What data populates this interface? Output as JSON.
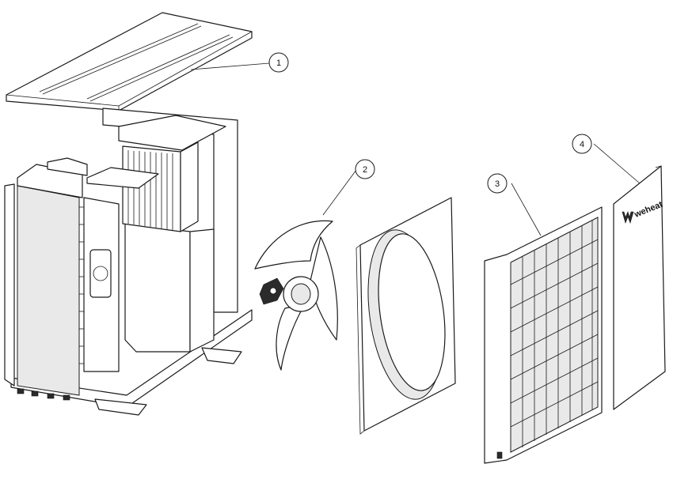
{
  "callouts": [
    {
      "id": "1",
      "part": "top-panel"
    },
    {
      "id": "2",
      "part": "fan"
    },
    {
      "id": "3",
      "part": "front-grille"
    },
    {
      "id": "4",
      "part": "side-cover-panel"
    }
  ],
  "brand": {
    "logo_text": "weheat"
  },
  "colors": {
    "line": "#1a1a1a",
    "background": "#ffffff",
    "shade": "#e9e9e9"
  }
}
